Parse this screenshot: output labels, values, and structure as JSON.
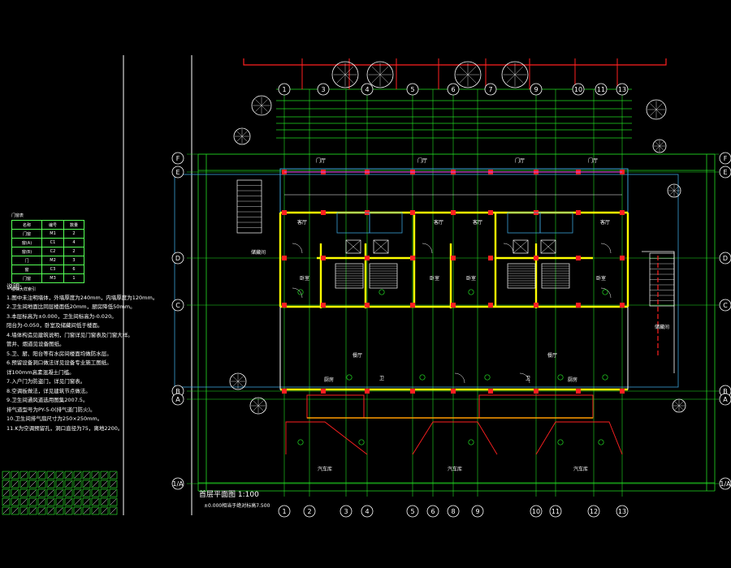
{
  "drawing": {
    "title": "首层平面图",
    "scale": "1:100",
    "subtitle": "±0.000相当于绝对标高7.500"
  },
  "axes": {
    "top": [
      "1",
      "3",
      "4",
      "5",
      "6",
      "7",
      "9",
      "10",
      "11",
      "13"
    ],
    "bottom": [
      "1",
      "2",
      "3",
      "4",
      "5",
      "6",
      "8",
      "9",
      "10",
      "11",
      "12",
      "13"
    ],
    "left": [
      "F",
      "E",
      "D",
      "C",
      "B",
      "A",
      "1/A"
    ],
    "right": [
      "F",
      "E",
      "D",
      "C",
      "B",
      "A",
      "1/A"
    ]
  },
  "rooms": {
    "living": "客厅",
    "bedroom": "卧室",
    "storage": "储藏间",
    "car": "汽车库",
    "kitchen": "厨房",
    "bath": "卫",
    "dining": "餐厅",
    "entry": "门厅"
  },
  "notes": {
    "heading": "说明:",
    "lines": [
      "1.图中未注明墙体，外墙厚度为240mm，内墙厚度为120mm。",
      "2.卫生间地面比同层楼面低20mm，厨房降低50mm。",
      "3.本层标高为±0.000，卫生间标高为-0.020。",
      "  阳台为-0.050，卧室及储藏间低于楼面。",
      "4.墙体构造见建筑说明，门窗详见门窗表及门窗大样。",
      "  管井、烟道见设备图纸。",
      "5.卫、厨、阳台等有水房间楼面均做防水层。",
      "6.预留设备洞口做法详见设备专业施工图纸。",
      "  详100mm高素混凝土门槛。",
      "7.入户门为防盗门，详见门窗表。",
      "8.空调板做法，详见建筑节点做法。",
      "9.卫生间通风道选用图集2007.5。",
      "  排气道型号为PY-5-0(排气道门防火)。",
      "10.卫生间排气扇尺寸为250×250mm。",
      "11.K为空调预留孔，洞口直径为75，离地2200。"
    ]
  },
  "legend": {
    "caption": "门窗表",
    "headers": [
      "名称",
      "编号",
      "数量"
    ],
    "rows": [
      [
        "门窗",
        "M1",
        "2"
      ],
      [
        "窗(A)",
        "C1",
        "4"
      ],
      [
        "窗(B)",
        "C2",
        "2"
      ],
      [
        "门",
        "M2",
        "3"
      ],
      [
        "窗",
        "C3",
        "6"
      ],
      [
        "门窗",
        "M3",
        "1"
      ]
    ]
  },
  "detail_caption": "楼梯大样索引"
}
